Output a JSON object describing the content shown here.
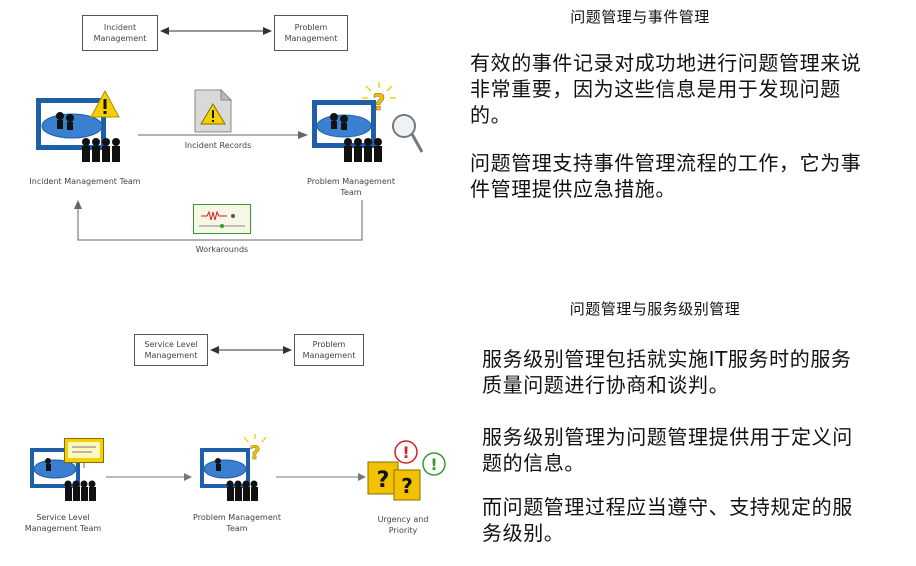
{
  "section1": {
    "heading": "问题管理与事件管理",
    "paragraphs": [
      "有效的事件记录对成功地进行问题管理来说非常重要，因为这些信息是用于发现问题的。",
      "问题管理支持事件管理流程的工作，它为事件管理提供应急措施。"
    ],
    "diagram": {
      "box_left": "Incident Management",
      "box_right": "Problem Management",
      "left_team": "Incident Management Team",
      "right_team": "Problem Management Team",
      "records_label": "Incident Records",
      "workarounds_label": "Workarounds"
    }
  },
  "section2": {
    "heading": "问题管理与服务级别管理",
    "paragraphs": [
      "服务级别管理包括就实施IT服务时的服务质量问题进行协商和谈判。",
      "服务级别管理为问题管理提供用于定义问题的信息。",
      "而问题管理过程应当遵守、支持规定的服务级别。"
    ],
    "diagram": {
      "box_left": "Service Level Management",
      "box_right": "Problem Management",
      "team1": "Service Level Management Team",
      "team2": "Problem Management Team",
      "team3": "Urgency and Priority"
    }
  },
  "colors": {
    "screen_blue": "#1f5fa8",
    "ellipse_blue": "#3a7fd0",
    "warning_yellow": "#f5d000",
    "question_yellow": "#f2c200",
    "alert_red": "#d62020",
    "alert_green": "#2e9e2e"
  },
  "icons": [
    "warning-icon",
    "question-icon",
    "magnifier-icon",
    "document-warning-icon",
    "diagram-card-icon",
    "chart-board-icon",
    "urgency-priority-icon"
  ]
}
